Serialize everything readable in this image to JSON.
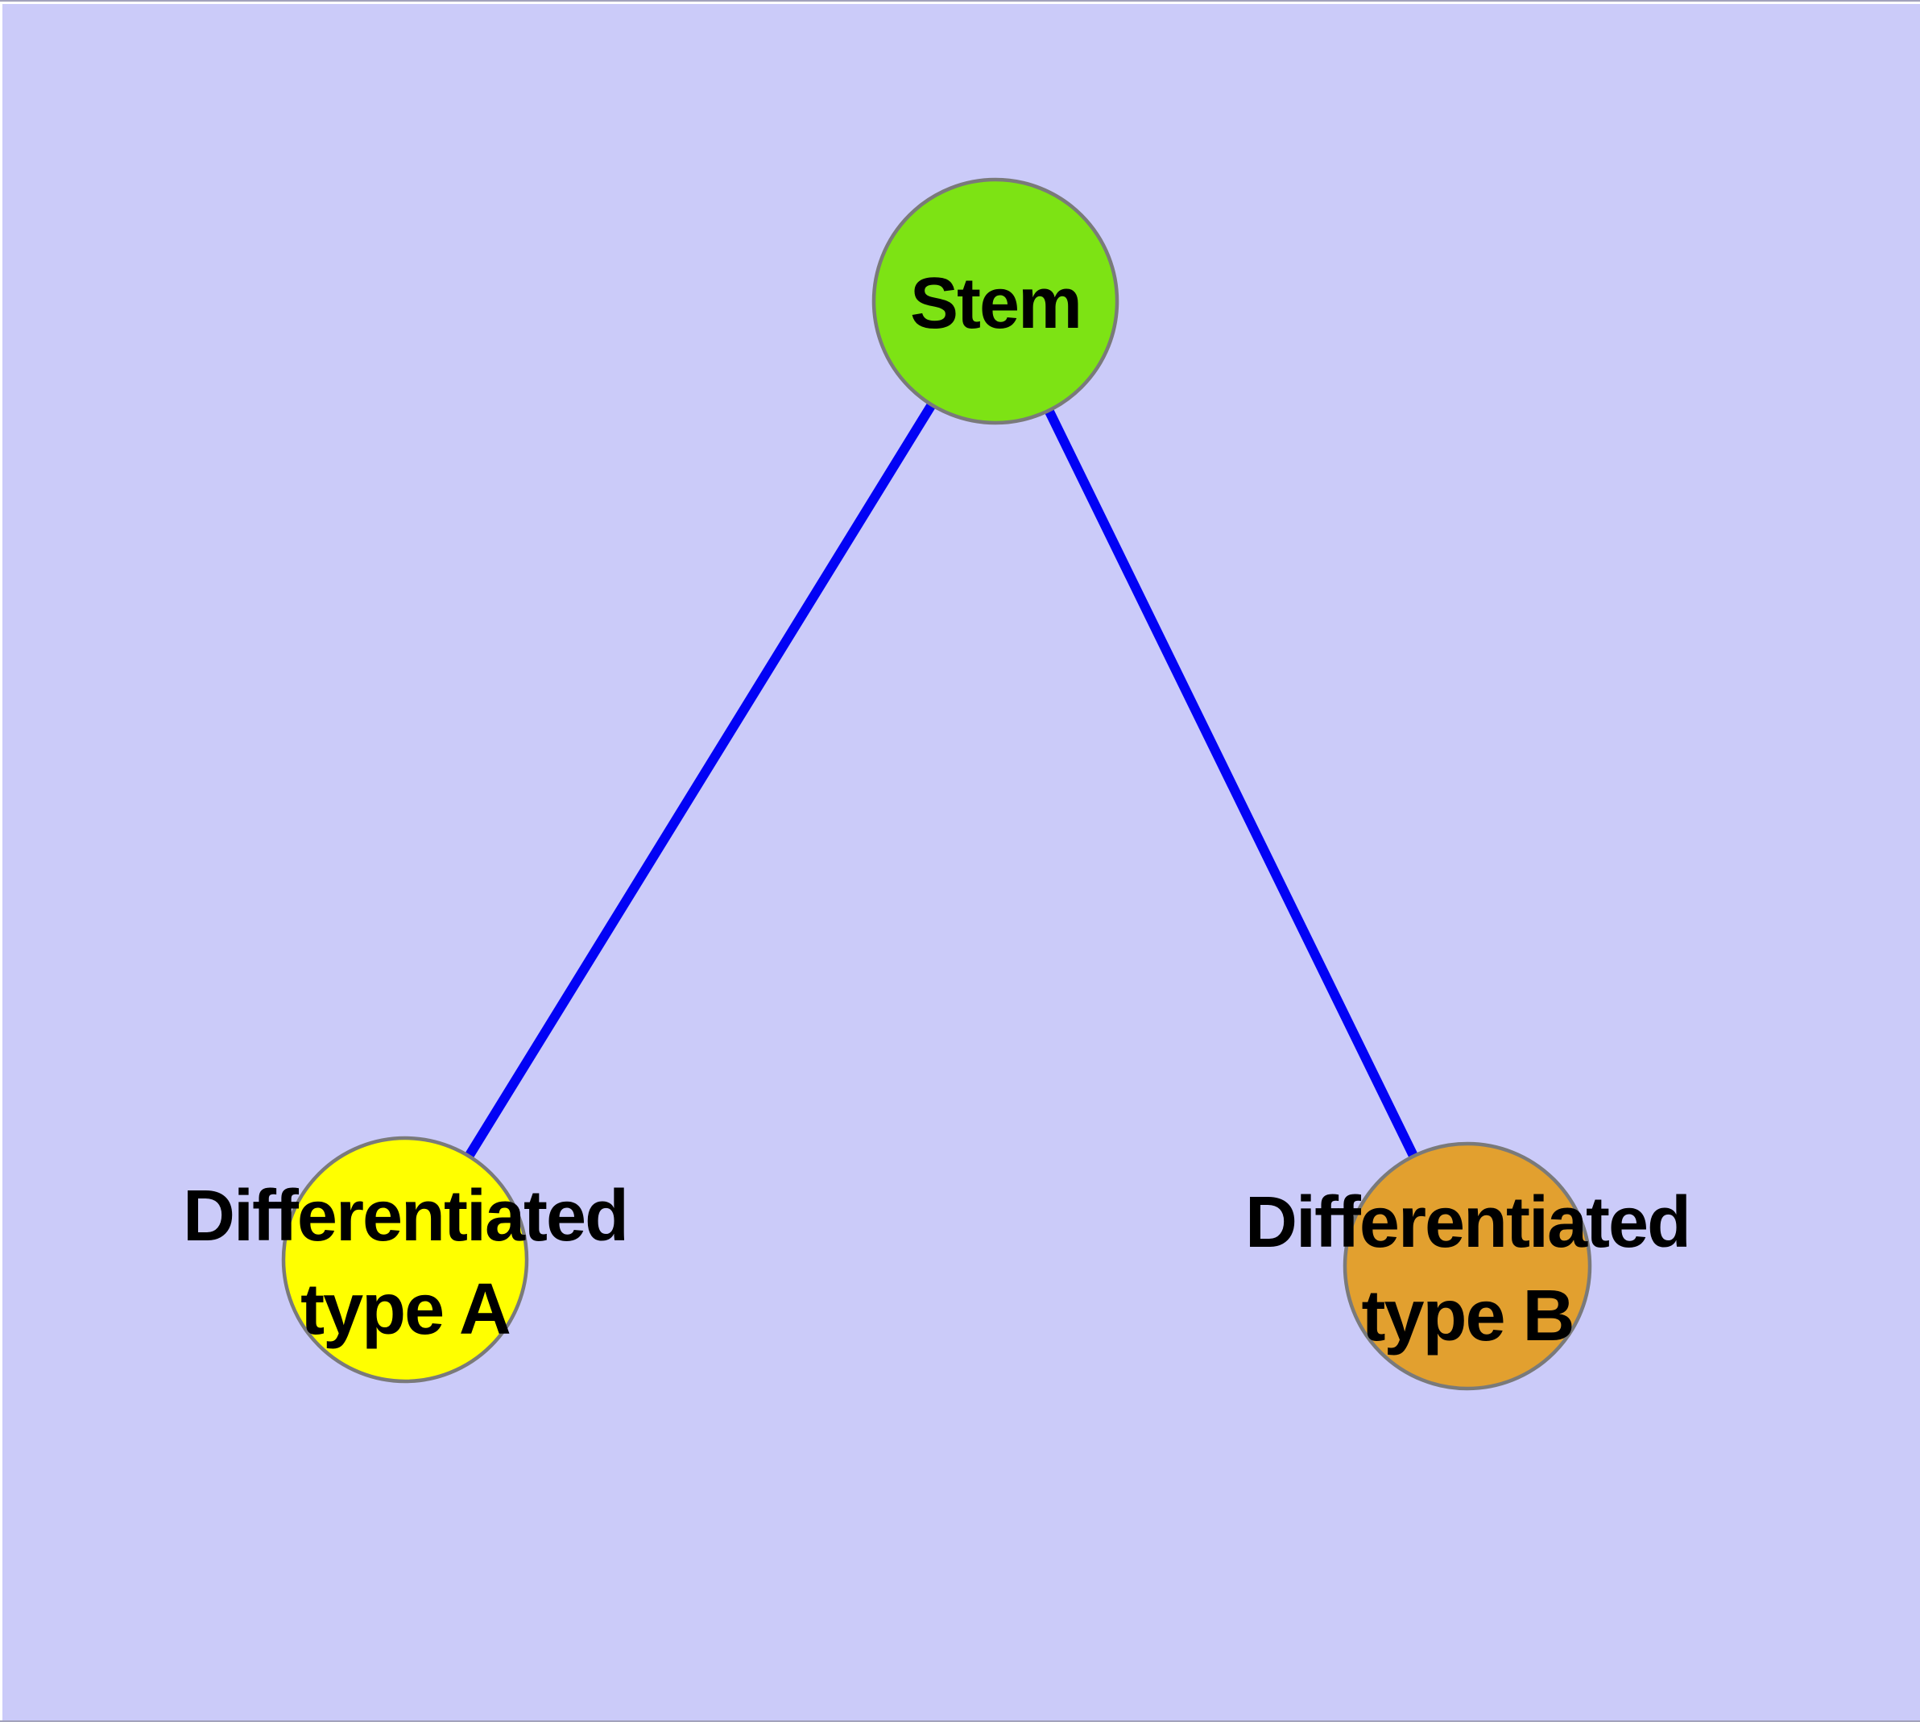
{
  "diagram": {
    "background_color": "#cbcbf9",
    "edge_color": "#0202f5",
    "node_border_color": "#7a7a7a",
    "label_color": "#000000",
    "nodes": [
      {
        "id": "stem",
        "label": "Stem",
        "label_lines": [
          "Stem"
        ],
        "color": "#7de314"
      },
      {
        "id": "differentiated-type-a",
        "label": "Differentiated type A",
        "label_lines": [
          "Differentiated",
          "type A"
        ],
        "color": "#ffff00"
      },
      {
        "id": "differentiated-type-b",
        "label": "Differentiated type B",
        "label_lines": [
          "Differentiated",
          "type B"
        ],
        "color": "#e2a02f"
      }
    ],
    "edges": [
      {
        "from": "Stem",
        "to": "Differentiated type A"
      },
      {
        "from": "Stem",
        "to": "Differentiated type B"
      }
    ]
  }
}
